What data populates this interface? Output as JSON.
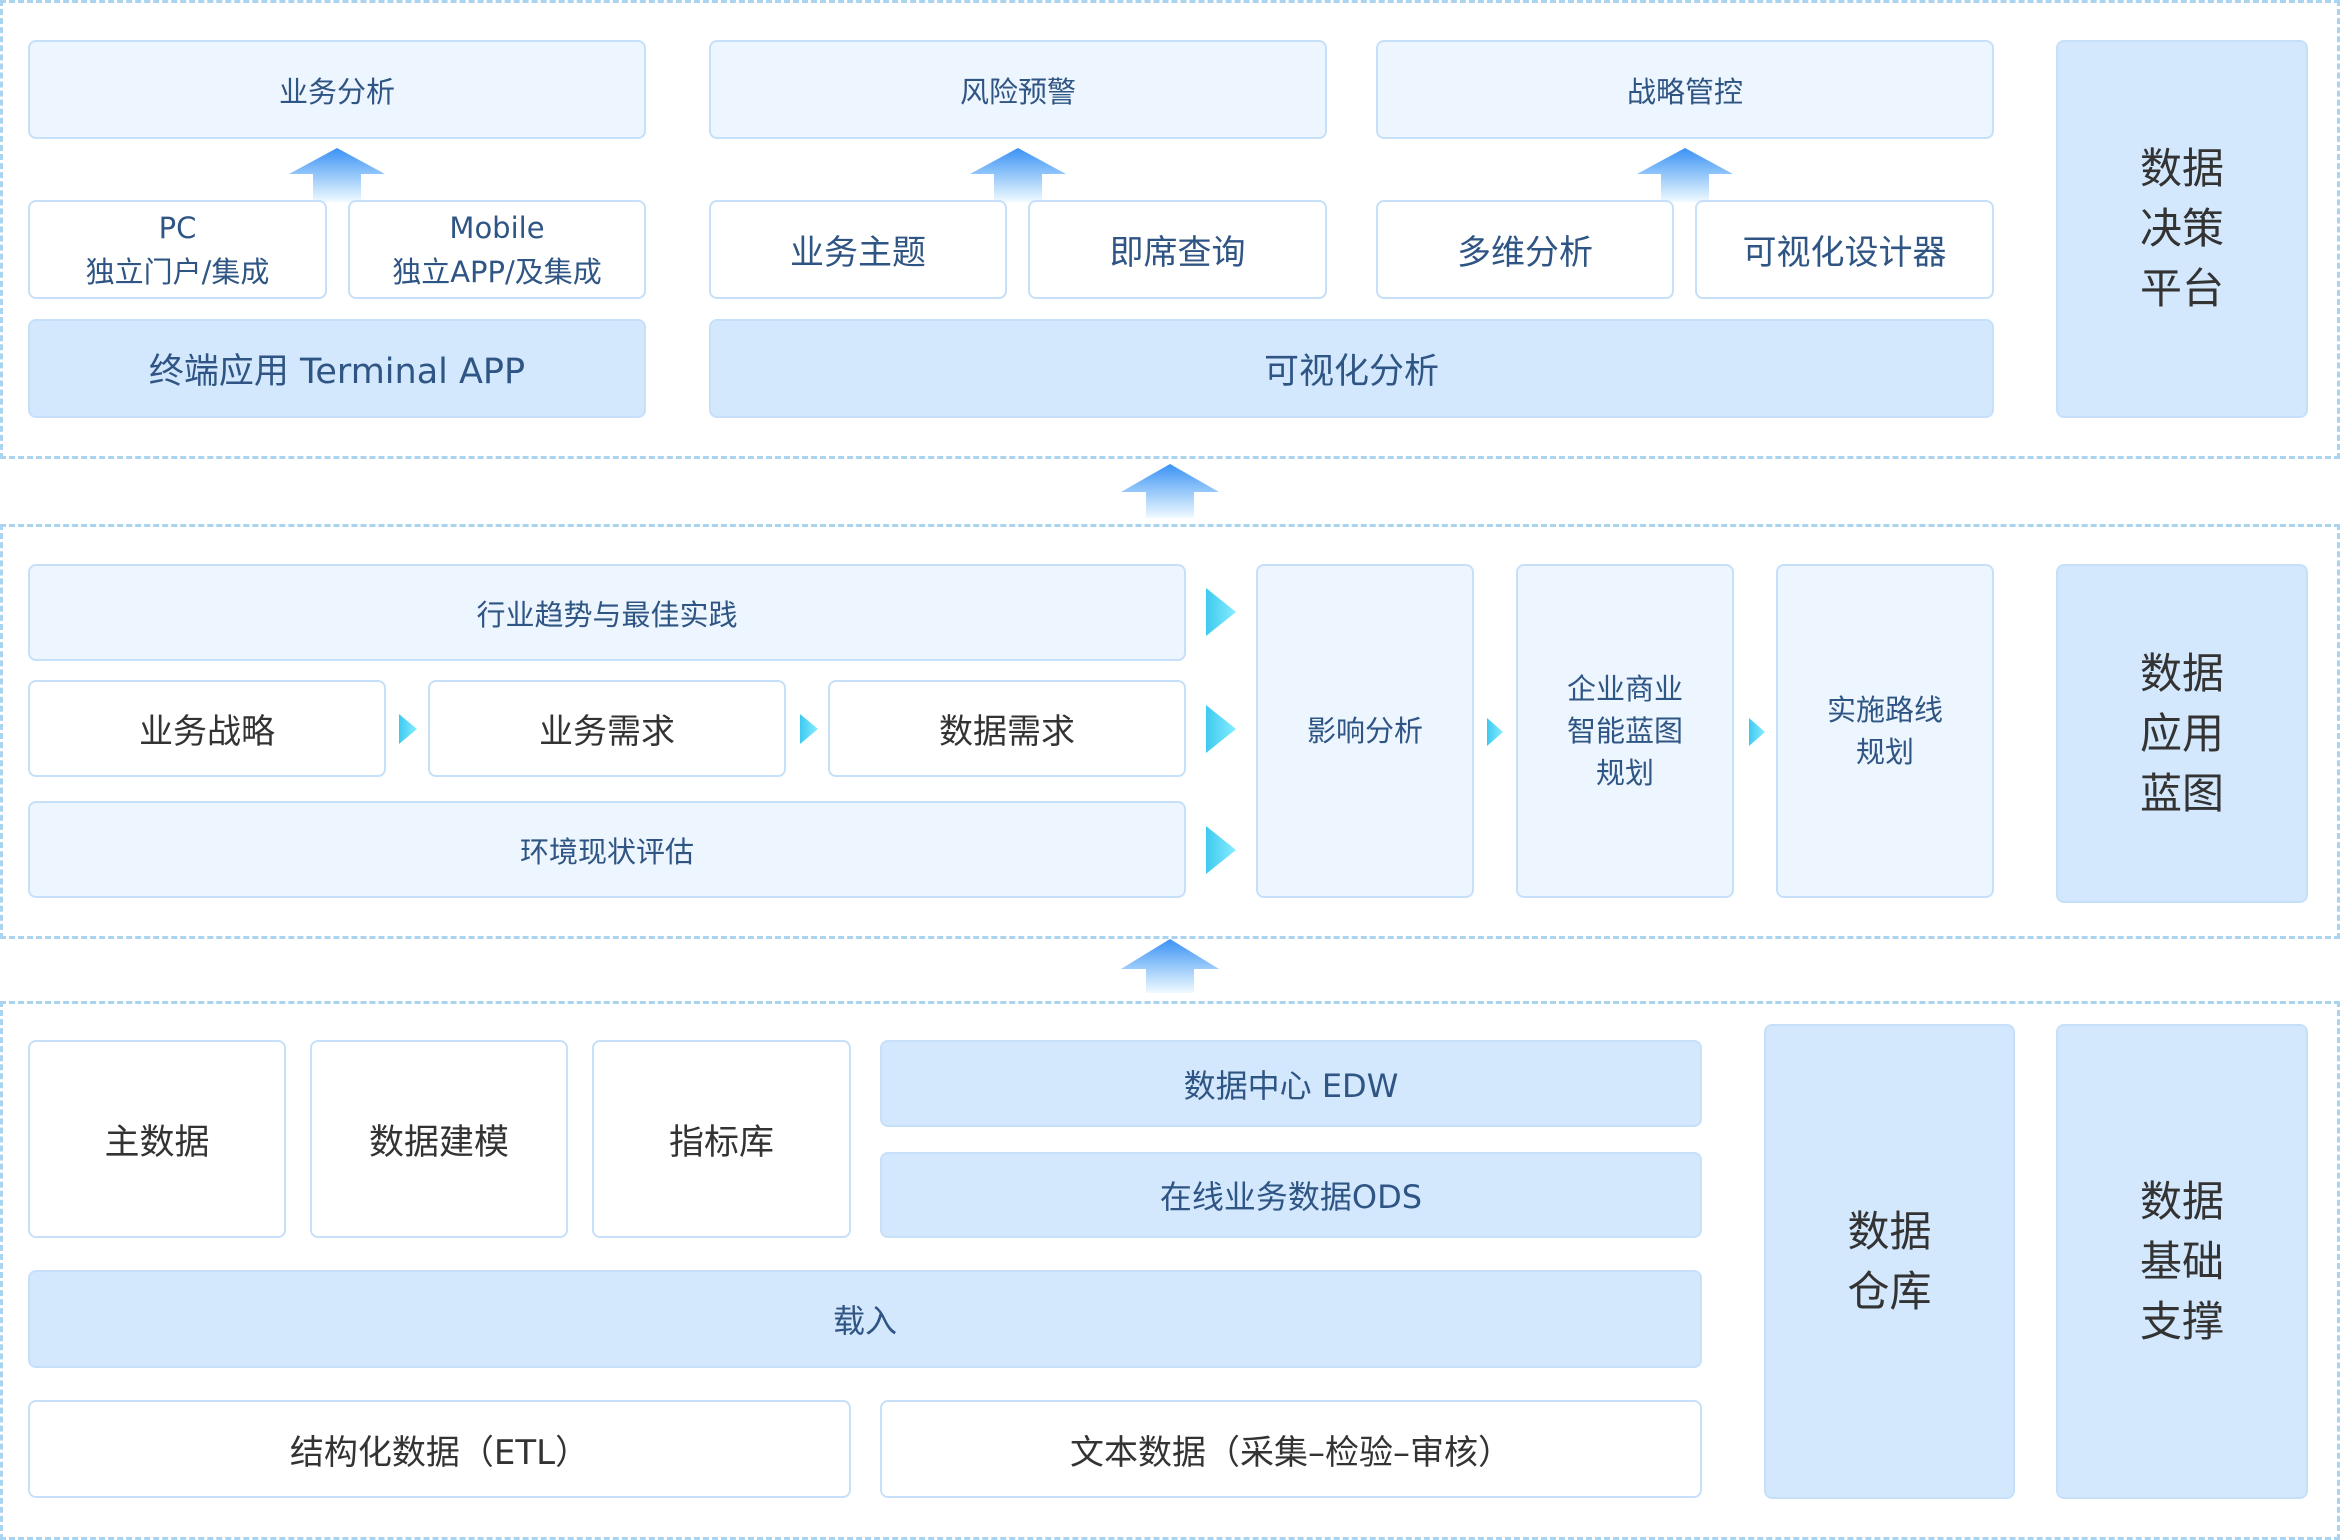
{
  "layers": {
    "decision": {
      "side_label": "数据\n决策\n平台",
      "columns": [
        {
          "top": "业务分析",
          "items": [
            {
              "label": "PC\n独立门户/集成"
            },
            {
              "label": "Mobile\n独立APP/及集成"
            }
          ],
          "base": "终端应用 Terminal APP"
        },
        {
          "top": "风险预警",
          "items": [
            {
              "label": "业务主题"
            },
            {
              "label": "即席查询"
            }
          ],
          "base": "可视化分析"
        },
        {
          "top": "战略管控",
          "items": [
            {
              "label": "多维分析"
            },
            {
              "label": "可视化设计器"
            }
          ]
        }
      ]
    },
    "blueprint": {
      "side_label": "数据\n应用\n蓝图",
      "industry": "行业趋势与最佳实践",
      "flow": [
        "业务战略",
        "业务需求",
        "数据需求"
      ],
      "environment": "环境现状评估",
      "stages": [
        "影响分析",
        "企业商业\n智能蓝图\n规划",
        "实施路线\n规划"
      ]
    },
    "foundation": {
      "side_label": "数据\n基础\n支撑",
      "warehouse_label": "数据\n仓库",
      "blocks": [
        "主数据",
        "数据建模",
        "指标库"
      ],
      "edw": "数据中心 EDW",
      "ods": "在线业务数据ODS",
      "load": "载入",
      "sources": [
        "结构化数据（ETL）",
        "文本数据（采集–检验–审核）"
      ]
    }
  },
  "colors": {
    "dashed_border": "#a9d3ef",
    "box_border": "#c6e0fa",
    "light_fill": "#edf5fe",
    "mid_fill": "#d3e8fd",
    "navy_text": "#2f5584",
    "gray_text": "#333333",
    "arrow_top": "#3a92f5",
    "arrow_bottom": "#eaf8ff",
    "chevron": "#3ec9f0"
  }
}
